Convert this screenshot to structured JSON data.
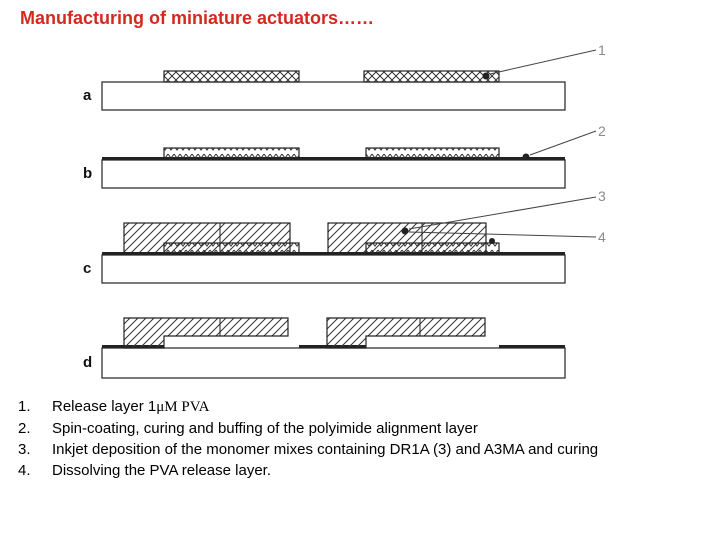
{
  "header": {
    "title": "Manufacturing of miniature actuators……"
  },
  "diagram": {
    "row_labels": [
      "a",
      "b",
      "c",
      "d"
    ],
    "callouts": [
      "1",
      "2",
      "3",
      "4"
    ],
    "colors": {
      "label": "#111111",
      "callout": "#8a8a8a",
      "line": "#222222"
    }
  },
  "steps": [
    {
      "num": "1.",
      "text": "Release layer 1",
      "unit": "μM PVA"
    },
    {
      "num": "2.",
      "text": "Spin-coating, curing and buffing of the polyimide alignment layer"
    },
    {
      "num": "3.",
      "text": "Inkjet deposition of the monomer mixes containing DR1A (3) and A3MA and curing"
    },
    {
      "num": "4.",
      "text": "Dissolving the PVA release layer."
    }
  ]
}
